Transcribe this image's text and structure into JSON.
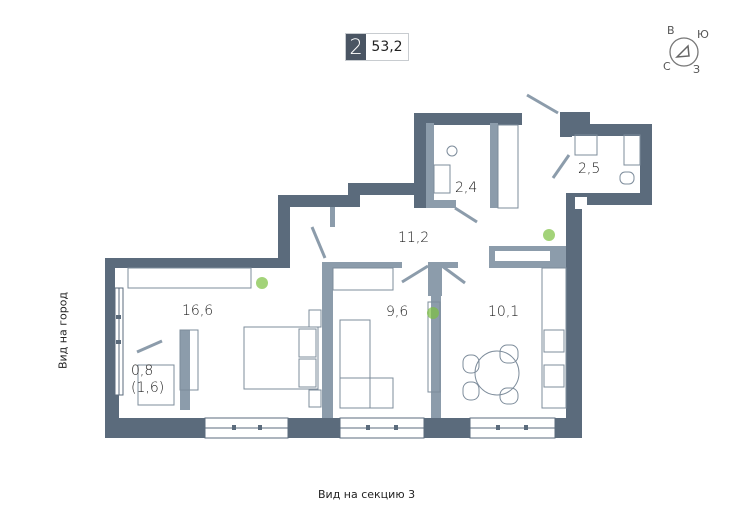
{
  "apartment": {
    "rooms_count": "2",
    "total_area": "53,2"
  },
  "compass": {
    "north": "С",
    "east": "В",
    "south": "Ю",
    "west": "З"
  },
  "rooms": [
    {
      "id": "bedroom",
      "area": "16,6"
    },
    {
      "id": "balcony",
      "area": "0,8",
      "area_alt": "(1,6)"
    },
    {
      "id": "hall",
      "area": "11,2"
    },
    {
      "id": "bathroom-1",
      "area": "2,4"
    },
    {
      "id": "bathroom-2",
      "area": "2,5"
    },
    {
      "id": "room-2",
      "area": "9,6"
    },
    {
      "id": "kitchen",
      "area": "10,1"
    }
  ],
  "views": {
    "left": "Вид на город",
    "bottom": "Вид на секцию 3"
  },
  "colors": {
    "wall": "#5b6b7c",
    "partition": "#8c9cab",
    "furniture": "#7d8c9b",
    "plant": "#7cc040",
    "badge": "#4a5563"
  }
}
